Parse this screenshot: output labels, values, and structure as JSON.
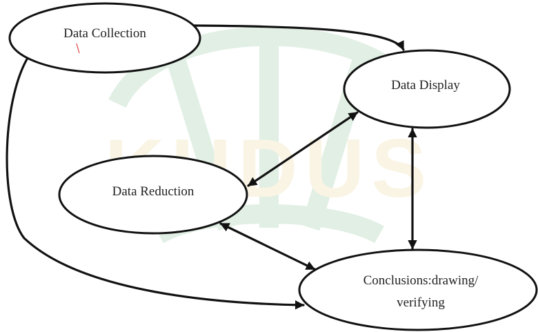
{
  "diagram": {
    "nodes": [
      {
        "id": "data-collection",
        "label": "Data Collection"
      },
      {
        "id": "data-display",
        "label": "Data Display"
      },
      {
        "id": "data-reduction",
        "label": "Data Reduction"
      },
      {
        "id": "conclusions",
        "label_lines": [
          "Conclusions:drawing/",
          "verifying"
        ]
      }
    ],
    "edges": [
      {
        "from": "data-collection",
        "to": "data-display",
        "direction": "one-way"
      },
      {
        "from": "data-collection",
        "to": "conclusions",
        "direction": "one-way"
      },
      {
        "from": "data-display",
        "to": "data-reduction",
        "direction": "two-way"
      },
      {
        "from": "data-display",
        "to": "conclusions",
        "direction": "two-way"
      },
      {
        "from": "data-reduction",
        "to": "conclusions",
        "direction": "two-way"
      }
    ]
  },
  "watermark": {
    "text": "KUDUS",
    "color": "#1f8a3a",
    "accent_color": "#d8b23a"
  }
}
